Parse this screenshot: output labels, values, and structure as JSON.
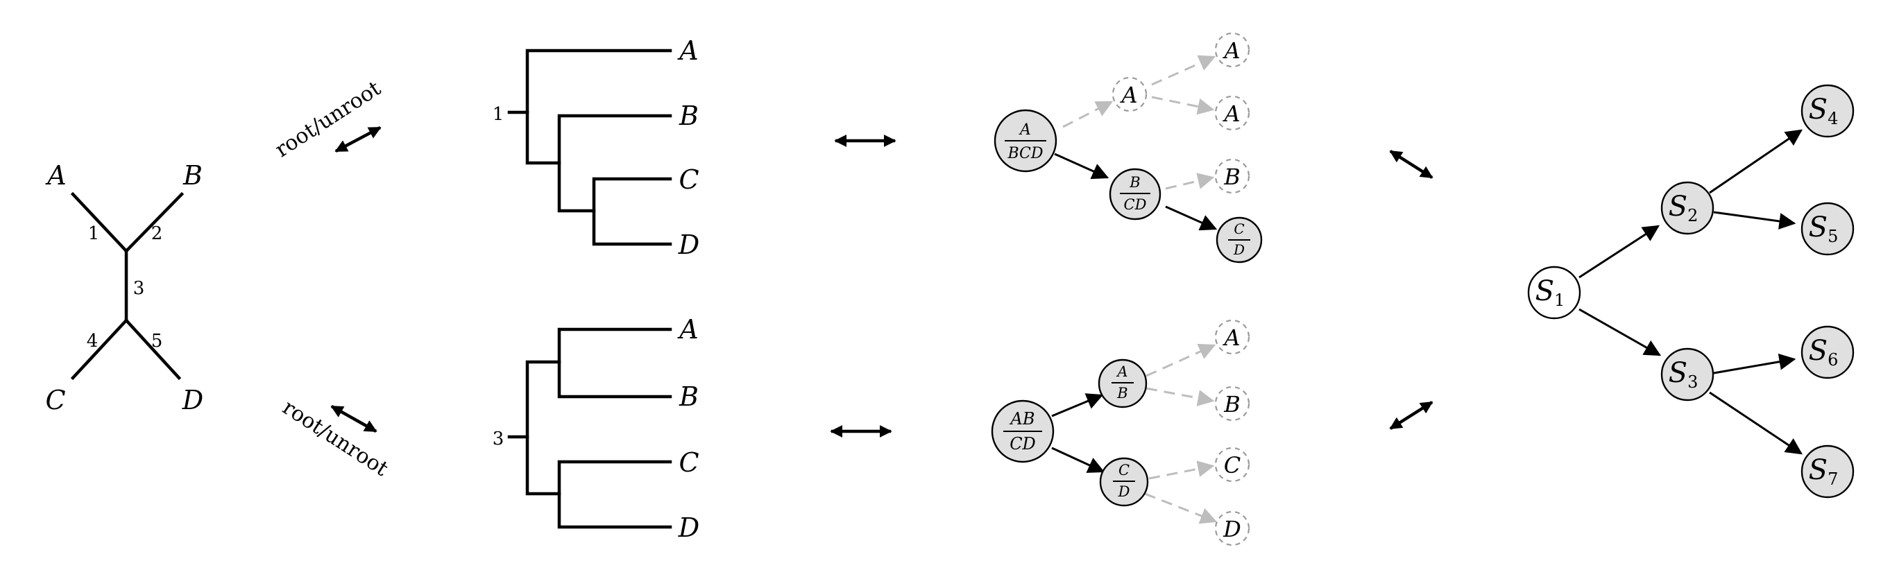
{
  "unrooted_tree": {
    "leaves": {
      "a": "A",
      "b": "B",
      "c": "C",
      "d": "D"
    },
    "edge_numbers": {
      "e1": "1",
      "e2": "2",
      "e3": "3",
      "e4": "4",
      "e5": "5"
    }
  },
  "arrows": {
    "root_unroot": "root/unroot"
  },
  "rooted_top": {
    "root_number": "1",
    "leaves": {
      "a": "A",
      "b": "B",
      "c": "C",
      "d": "D"
    }
  },
  "rooted_bottom": {
    "root_number": "3",
    "leaves": {
      "a": "A",
      "b": "B",
      "c": "C",
      "d": "D"
    }
  },
  "split_top": {
    "root": {
      "num": "A",
      "den": "BCD"
    },
    "mid": {
      "num": "B",
      "den": "CD"
    },
    "last": {
      "num": "C",
      "den": "D"
    },
    "ghost": {
      "a_mid": "A",
      "a_top": "A",
      "a_low": "A",
      "b": "B"
    }
  },
  "split_bottom": {
    "root": {
      "num": "AB",
      "den": "CD"
    },
    "left": {
      "num": "A",
      "den": "B"
    },
    "right": {
      "num": "C",
      "den": "D"
    },
    "ghost": {
      "a": "A",
      "b": "B",
      "c": "C",
      "d": "D"
    }
  },
  "state_tree": {
    "s1": "S",
    "s1_sub": "1",
    "s2": "S",
    "s2_sub": "2",
    "s3": "S",
    "s3_sub": "3",
    "s4": "S",
    "s4_sub": "4",
    "s5": "S",
    "s5_sub": "5",
    "s6": "S",
    "s6_sub": "6",
    "s7": "S",
    "s7_sub": "7"
  }
}
